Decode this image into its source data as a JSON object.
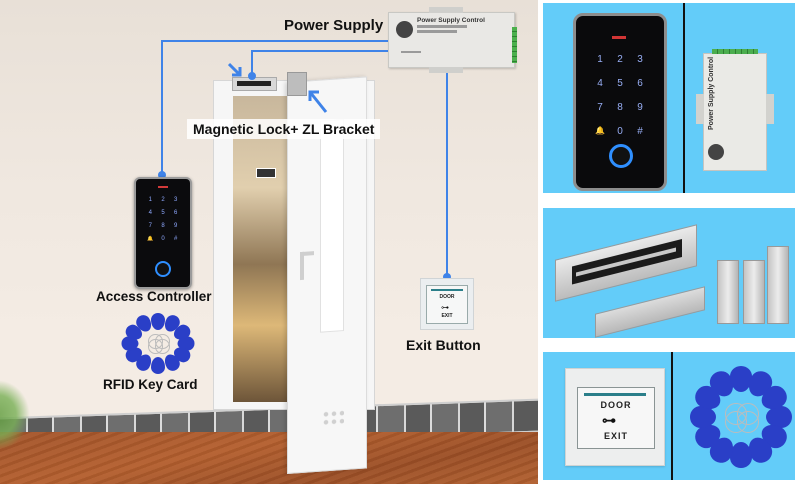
{
  "diagram": {
    "labels": {
      "power_supply": "Power Supply",
      "magnetic_lock": "Magnetic Lock+ ZL Bracket",
      "access_controller": "Access Controller",
      "rfid_key_card": "RFID Key Card",
      "exit_button": "Exit Button"
    },
    "power_supply_unit": {
      "title": "Power Supply Control"
    },
    "keypad_keys": [
      "1",
      "2",
      "3",
      "4",
      "5",
      "6",
      "7",
      "8",
      "9",
      "🔔",
      "0",
      "#"
    ],
    "exit_plate": {
      "top": "DOOR",
      "bottom": "EXIT",
      "icon": "key-icon"
    },
    "wire_color": "#3f83e8"
  },
  "product_panels": {
    "background_color": "#63ccf9",
    "keypad_keys": [
      "1",
      "2",
      "3",
      "4",
      "5",
      "6",
      "7",
      "8",
      "9",
      "🔔",
      "0",
      "#"
    ],
    "power_supply_title": "Power Supply Control",
    "exit_plate": {
      "top": "DOOR",
      "bottom": "EXIT"
    },
    "card_color": "#2a3fc7"
  }
}
